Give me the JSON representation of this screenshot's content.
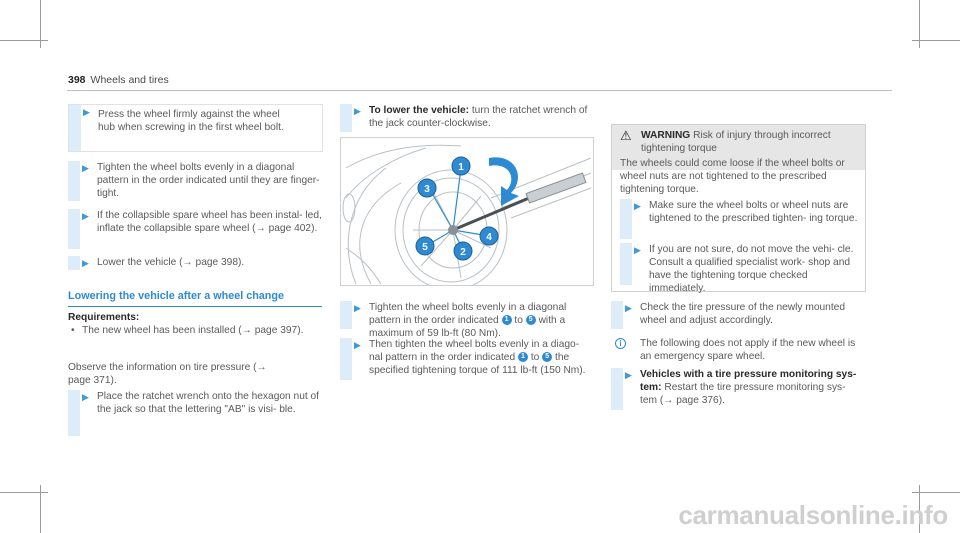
{
  "header": {
    "page_number": "398",
    "section": "Wheels and tires"
  },
  "col1": {
    "step1": "Press the wheel firmly against the wheel hub when screwing in the first wheel bolt.",
    "step2": "Tighten the wheel bolts evenly in a diagonal pattern in the order indicated until they are finger-tight.",
    "step3": "If the collapsible spare wheel has been instal- led, inflate the collapsible spare wheel (→ page 402).",
    "step4": "Lower the vehicle (→ page 398).",
    "section_title": "Lowering the vehicle after a wheel change",
    "req_label": "Requirements:",
    "req_item": "The new wheel has been installed (→ page 397).",
    "observe": "Observe the information on tire pressure (→ page 371).",
    "step5": "Place the ratchet wrench onto the hexagon nut of the jack so that the lettering \"AB\" is visi- ble."
  },
  "col2": {
    "step1_bold": "To lower the vehicle:",
    "step1_rest": " turn the ratchet wrench of the jack counter-clockwise.",
    "illustration_labels": [
      "1",
      "2",
      "3",
      "4",
      "5"
    ],
    "step2_a": "Tighten the wheel bolts evenly in a diagonal pattern in the order indicated",
    "step2_b": "to",
    "step2_c": "with a maximum of 59 lb-ft (80 Nm).",
    "step3_a": "Then tighten the wheel bolts evenly in a diago- nal pattern in the order indicated",
    "step3_b": "to",
    "step3_c": "the specified tightening torque of 111 lb-ft (150 Nm).",
    "n1": "1",
    "n5": "5"
  },
  "col3": {
    "warning_label": "WARNING",
    "warning_title": "Risk of injury through incorrect tightening torque",
    "warning_text": "The wheels could come loose if the wheel bolts or wheel nuts are not tightened to the prescribed tightening torque.",
    "warning_step1": "Make sure the wheel bolts or wheel nuts are tightened to the prescribed tighten- ing torque.",
    "warning_step2": "If you are not sure, do not move the vehi- cle. Consult a qualified specialist work- shop and have the tightening torque checked immediately.",
    "step_check": "Check the tire pressure of the newly mounted wheel and adjust accordingly.",
    "info": "The following does not apply if the new wheel is an emergency spare wheel.",
    "step_tpms_bold": "Vehicles with a tire pressure monitoring sys- tem:",
    "step_tpms_rest": " Restart the tire pressure monitoring sys- tem (→ page 376)."
  },
  "watermark": "carmanualsonline.info",
  "colors": {
    "accent": "#2e8bd3",
    "step_bar": "#dcecf8",
    "warning_bg": "#e6e6e6"
  }
}
